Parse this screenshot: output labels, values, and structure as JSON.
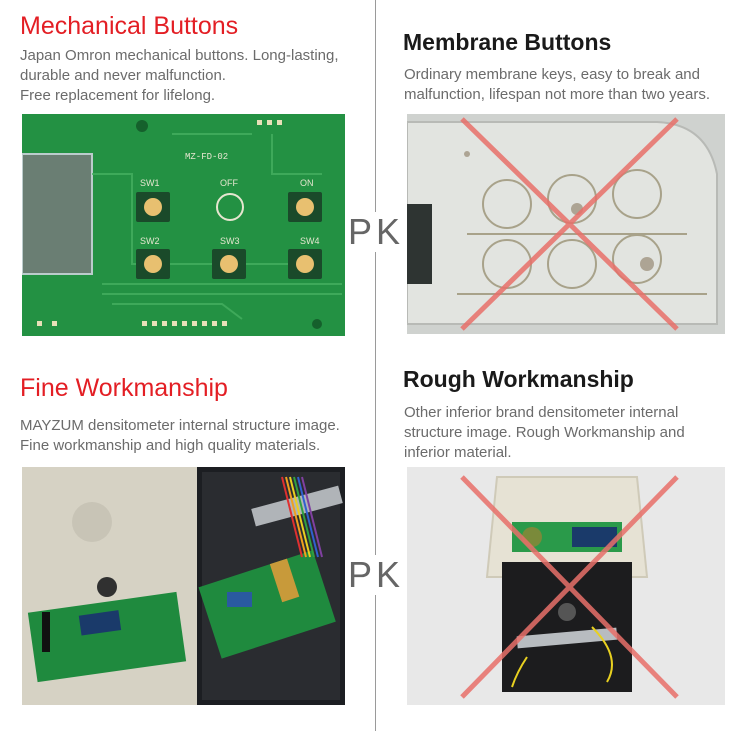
{
  "top_left": {
    "title": "Mechanical Buttons",
    "lines": [
      "Japan Omron mechanical buttons. Long-lasting,",
      "durable and never malfunction.",
      "Free replacement for lifelong."
    ],
    "board_label": "MZ-FD-02",
    "button_labels": [
      "SW1",
      "OFF",
      "ON",
      "SW2",
      "SW3",
      "SW4"
    ]
  },
  "top_right": {
    "title": "Membrane Buttons",
    "lines": [
      "Ordinary membrane keys, easy to break and",
      "malfunction, lifespan not more than two years."
    ]
  },
  "bottom_left": {
    "title": "Fine Workmanship",
    "lines": [
      "MAYZUM densitometer internal structure image.",
      "Fine workmanship and high quality materials."
    ]
  },
  "bottom_right": {
    "title": "Rough Workmanship",
    "lines": [
      "Other inferior brand densitometer internal",
      "structure image. Rough Workmanship and",
      "inferior material."
    ]
  },
  "pk_label": "PK",
  "colors": {
    "accent": "#e31e24",
    "cross": "#e8706a",
    "pcb": "#1f8a3e"
  },
  "icons": {
    "cross": "red-cross-icon"
  }
}
